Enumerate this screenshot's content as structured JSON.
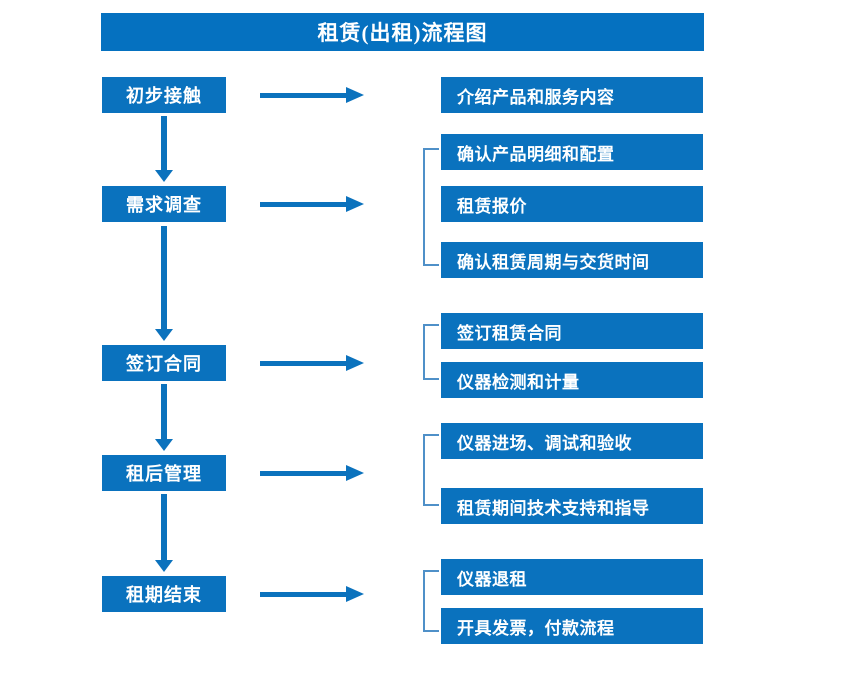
{
  "diagram": {
    "title": "租赁(出租)流程图",
    "colors": {
      "title_bar": "#0571c0",
      "box_fill": "#0a72be",
      "box_text": "#ffffff",
      "arrow": "#0b72bd",
      "bracket": "#4f90c8",
      "background": "#ffffff"
    },
    "stages": [
      {
        "id": "stage-1",
        "label": "初步接触"
      },
      {
        "id": "stage-2",
        "label": "需求调查"
      },
      {
        "id": "stage-3",
        "label": "签订合同"
      },
      {
        "id": "stage-4",
        "label": "租后管理"
      },
      {
        "id": "stage-5",
        "label": "租期结束"
      }
    ],
    "details": [
      {
        "id": "detail-1-1",
        "label": "介绍产品和服务内容"
      },
      {
        "id": "detail-2-1",
        "label": "确认产品明细和配置"
      },
      {
        "id": "detail-2-2",
        "label": "租赁报价"
      },
      {
        "id": "detail-2-3",
        "label": "确认租赁周期与交货时间"
      },
      {
        "id": "detail-3-1",
        "label": "签订租赁合同"
      },
      {
        "id": "detail-3-2",
        "label": "仪器检测和计量"
      },
      {
        "id": "detail-4-1",
        "label": "仪器进场、调试和验收"
      },
      {
        "id": "detail-4-2",
        "label": "租赁期间技术支持和指导"
      },
      {
        "id": "detail-5-1",
        "label": "仪器退租"
      },
      {
        "id": "detail-5-2",
        "label": "开具发票，付款流程"
      }
    ]
  }
}
